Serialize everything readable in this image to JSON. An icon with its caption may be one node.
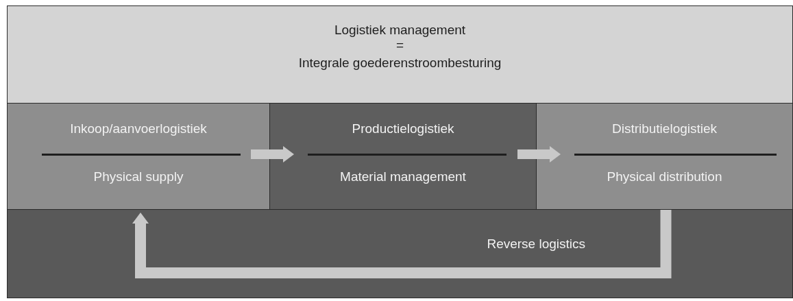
{
  "diagram": {
    "nodes": [
      {
        "text": [
          "Logistiek management",
          "=",
          "Integrale goederenstroombesturing"
        ]
      },
      {
        "text": [
          "Inkoop/aanvoerlogistiek",
          "Physical supply"
        ]
      },
      {
        "text": [
          "Productielogistiek",
          "Material management"
        ]
      },
      {
        "text": [
          "Distributielogistiek",
          "Physical distribution"
        ]
      }
    ],
    "edges": [
      {
        "from": 1,
        "to": 2,
        "arrow": "to"
      },
      {
        "from": 2,
        "to": 3,
        "arrow": "to"
      },
      {
        "from": 3,
        "to": 1,
        "arrow": "to",
        "label": "Reverse logistics"
      }
    ]
  }
}
